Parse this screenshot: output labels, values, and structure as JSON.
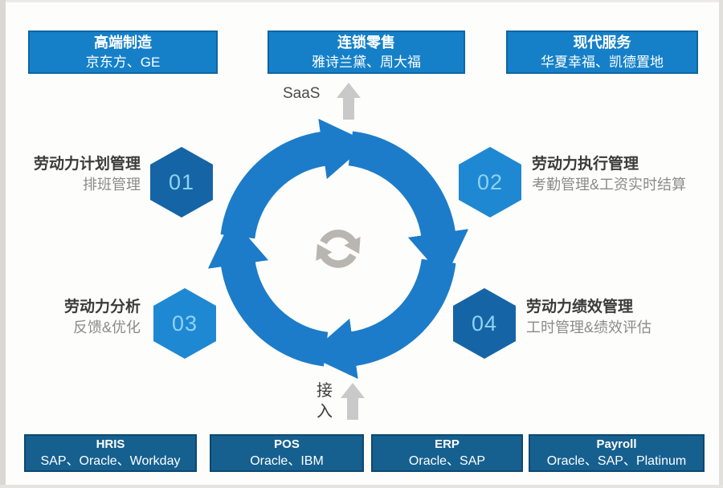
{
  "title_context": "workforce-management-cycle-diagram",
  "colors": {
    "top_box_bg": "#1580c8",
    "top_box_border": "#0e65a4",
    "bottom_box_bg": "#16608f",
    "bottom_box_border": "#0d486f",
    "hexagon_dark": "#1565a6",
    "hexagon_bright": "#1f88d2",
    "hexagon_number_text": "#8ed2f2",
    "cycle_ring_blue": "#1c7cc9",
    "up_arrow_gray": "#c9c9c9",
    "sync_icon_gray": "#b9b6b1",
    "heading_text": "#3b3b3b",
    "subtitle_text": "#8b8b8b"
  },
  "top_boxes": [
    {
      "title": "高端制造",
      "subtitle": "京东方、GE"
    },
    {
      "title": "连锁零售",
      "subtitle": "雅诗兰黛、周大福"
    },
    {
      "title": "现代服务",
      "subtitle": "华夏幸福、凯德置地"
    }
  ],
  "saas_label": "SaaS",
  "access_label": "接\n入",
  "stages": [
    {
      "number": "01",
      "title": "劳动力计划管理",
      "subtitle": "排班管理"
    },
    {
      "number": "02",
      "title": "劳动力执行管理",
      "subtitle": "考勤管理&工资实时结算"
    },
    {
      "number": "03",
      "title": "劳动力分析",
      "subtitle": "反馈&优化"
    },
    {
      "number": "04",
      "title": "劳动力绩效管理",
      "subtitle": "工时管理&绩效评估"
    }
  ],
  "bottom_boxes": [
    {
      "title": "HRIS",
      "subtitle": "SAP、Oracle、Workday"
    },
    {
      "title": "POS",
      "subtitle": "Oracle、IBM"
    },
    {
      "title": "ERP",
      "subtitle": "Oracle、SAP"
    },
    {
      "title": "Payroll",
      "subtitle": "Oracle、SAP、Platinum"
    }
  ],
  "center_icon": "sync-refresh"
}
